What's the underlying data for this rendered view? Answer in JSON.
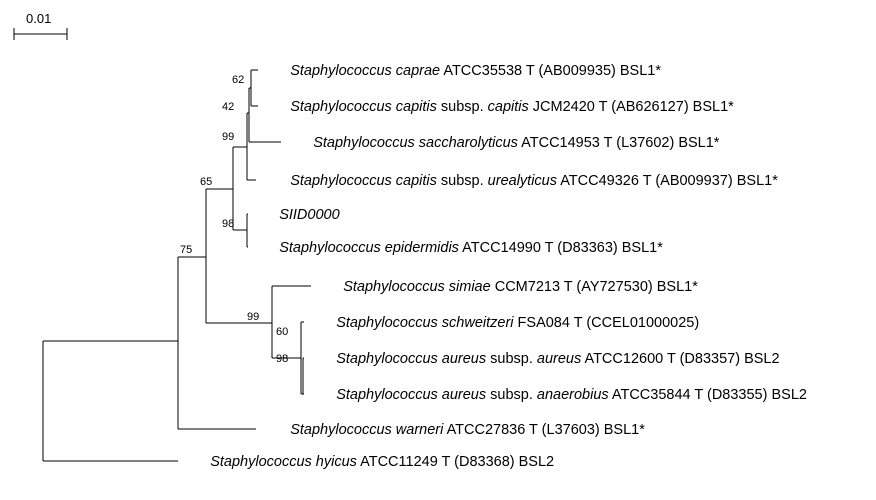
{
  "scale_bar": {
    "label": "0.01"
  },
  "taxa": [
    {
      "id": "caprae",
      "species": "Staphylococcus caprae",
      "subsp_kw": "",
      "subsp": "",
      "rest": " ATCC35538 T (AB009935) BSL1*"
    },
    {
      "id": "capitis",
      "species": "Staphylococcus capitis",
      "subsp_kw": " subsp. ",
      "subsp": "capitis",
      "rest": " JCM2420 T (AB626127) BSL1*"
    },
    {
      "id": "saccharo",
      "species": "Staphylococcus saccharolyticus",
      "subsp_kw": "",
      "subsp": "",
      "rest": " ATCC14953 T (L37602) BSL1*"
    },
    {
      "id": "urealyticus",
      "species": "Staphylococcus capitis",
      "subsp_kw": " subsp. ",
      "subsp": "urealyticus",
      "rest": " ATCC49326 T (AB009937) BSL1*"
    },
    {
      "id": "siid",
      "species": "SIID0000",
      "subsp_kw": "",
      "subsp": "",
      "rest": ""
    },
    {
      "id": "epidermidis",
      "species": "Staphylococcus epidermidis",
      "subsp_kw": "",
      "subsp": "",
      "rest": " ATCC14990 T (D83363) BSL1*"
    },
    {
      "id": "simiae",
      "species": "Staphylococcus simiae",
      "subsp_kw": "",
      "subsp": "",
      "rest": " CCM7213 T (AY727530) BSL1*"
    },
    {
      "id": "schweitzeri",
      "species": "Staphylococcus schweitzeri",
      "subsp_kw": "",
      "subsp": "",
      "rest": " FSA084 T (CCEL01000025)"
    },
    {
      "id": "aureus",
      "species": "Staphylococcus aureus",
      "subsp_kw": " subsp. ",
      "subsp": "aureus",
      "rest": " ATCC12600 T (D83357) BSL2"
    },
    {
      "id": "anaerobius",
      "species": "Staphylococcus aureus",
      "subsp_kw": " subsp. ",
      "subsp": "anaerobius",
      "rest": " ATCC35844 T (D83355) BSL2"
    },
    {
      "id": "warneri",
      "species": "Staphylococcus warneri",
      "subsp_kw": "",
      "subsp": "",
      "rest": " ATCC27836 T (L37603) BSL1*"
    },
    {
      "id": "hyicus",
      "species": "Staphylococcus hyicus",
      "subsp_kw": "",
      "subsp": "",
      "rest": " ATCC11249 T (D83368) BSL2"
    }
  ],
  "bootstrap": {
    "n62": "62",
    "n42": "42",
    "n99a": "99",
    "n65": "65",
    "n98a": "98",
    "n75": "75",
    "n99b": "99",
    "n60": "60",
    "n98b": "98"
  }
}
